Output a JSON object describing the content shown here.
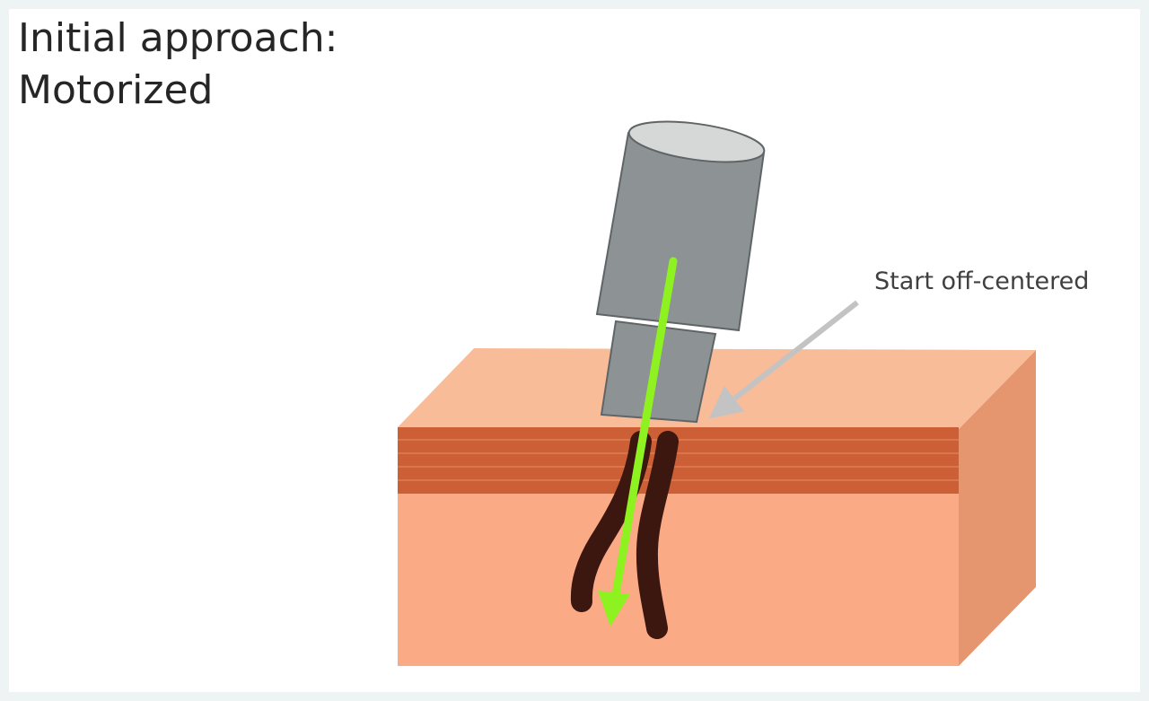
{
  "title": {
    "line1": "Initial approach:",
    "line2": "Motorized"
  },
  "callout": {
    "label": "Start off-centered"
  },
  "colors": {
    "skin_top": "#f8bc98",
    "skin_front": "#fbaa86",
    "skin_side": "#e5966e",
    "dermis_band": "#cc5f36",
    "hair": "#3c1710",
    "punch_body": "#8d9394",
    "punch_top": "#d5d8d7",
    "trajectory_arrow": "#8ef221",
    "callout_arrow": "#c3c3c3"
  }
}
